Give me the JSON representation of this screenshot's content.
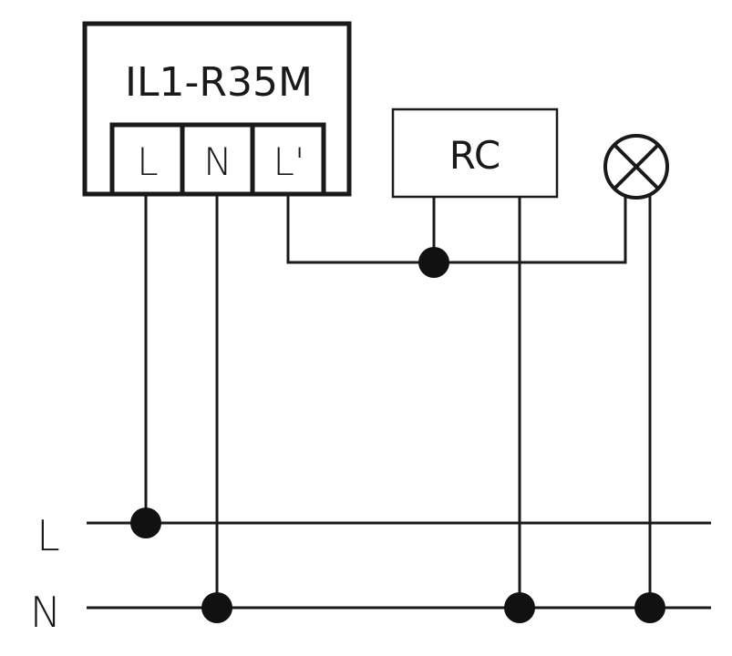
{
  "module": {
    "name": "IL1-R35M",
    "terminals": [
      "L",
      "N",
      "L'"
    ]
  },
  "rc_box": {
    "label": "RC"
  },
  "lamp": {
    "icon": "lamp-icon"
  },
  "buses": [
    {
      "label": "L"
    },
    {
      "label": "N"
    }
  ],
  "colors": {
    "line": "#1a1a1a",
    "background": "#ffffff"
  }
}
